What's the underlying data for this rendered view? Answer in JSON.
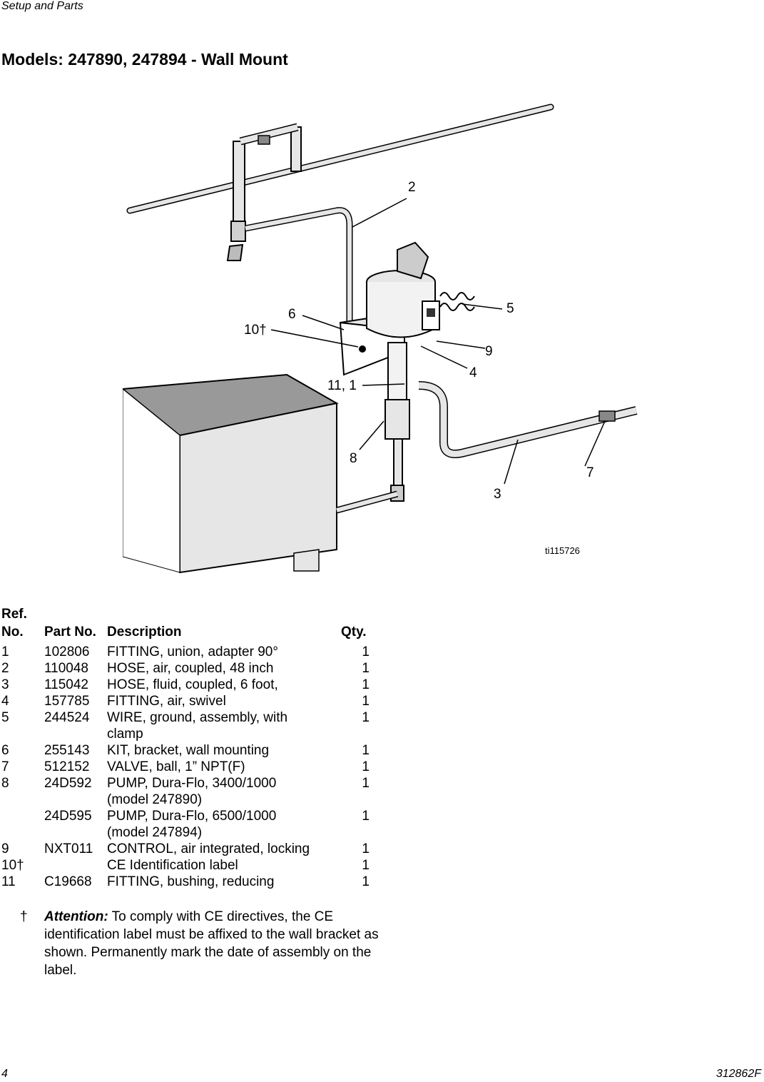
{
  "header": {
    "section": "Setup and Parts"
  },
  "title": "Models: 247890, 247894 - Wall Mount",
  "figure": {
    "id": "ti115726",
    "callouts": [
      "2",
      "6",
      "10†",
      "5",
      "9",
      "4",
      "11, 1",
      "8",
      "3",
      "7"
    ]
  },
  "table": {
    "headers": {
      "ref_top": "Ref.",
      "ref": "No.",
      "part": "Part No.",
      "desc": "Description",
      "qty": "Qty."
    },
    "rows": [
      {
        "ref": "1",
        "part": "102806",
        "desc": "FITTING, union, adapter 90°",
        "qty": "1"
      },
      {
        "ref": "2",
        "part": "110048",
        "desc": "HOSE, air, coupled, 48 inch",
        "qty": "1"
      },
      {
        "ref": "3",
        "part": "115042",
        "desc": "HOSE, fluid, coupled, 6 foot,",
        "qty": "1"
      },
      {
        "ref": "4",
        "part": "157785",
        "desc": "FITTING, air, swivel",
        "qty": "1"
      },
      {
        "ref": "5",
        "part": "244524",
        "desc": "WIRE, ground, assembly, with",
        "desc2": "clamp",
        "qty": "1"
      },
      {
        "ref": "6",
        "part": "255143",
        "desc": "KIT, bracket, wall mounting",
        "qty": "1"
      },
      {
        "ref": "7",
        "part": "512152",
        "desc": "VALVE, ball, 1” NPT(F)",
        "qty": "1"
      },
      {
        "ref": "8",
        "part": "24D592",
        "desc": "PUMP, Dura-Flo, 3400/1000",
        "desc2": "(model 247890)",
        "qty": "1"
      },
      {
        "ref": "",
        "part": "24D595",
        "desc": "PUMP, Dura-Flo, 6500/1000",
        "desc2": "(model 247894)",
        "qty": "1"
      },
      {
        "ref": "9",
        "part": "NXT011",
        "desc": "CONTROL, air integrated, locking",
        "qty": "1"
      },
      {
        "ref": "10†",
        "part": "",
        "desc": "CE Identification label",
        "qty": "1"
      },
      {
        "ref": "11",
        "part": "C19668",
        "desc": "FITTING, bushing, reducing",
        "qty": "1"
      }
    ]
  },
  "note": {
    "symbol": "†",
    "label": "Attention:",
    "text": " To comply with CE directives, the CE identification label must be affixed to the wall bracket as shown. Permanently mark the date of assembly on the label."
  },
  "footer": {
    "page": "4",
    "doc": "312862F"
  }
}
